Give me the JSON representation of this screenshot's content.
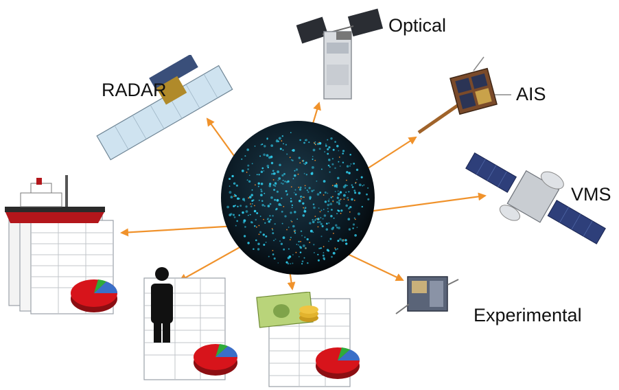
{
  "labels": {
    "optical": "Optical",
    "radar": "RADAR",
    "ais": "AIS",
    "vms": "VMS",
    "experimental": "Experimental"
  },
  "colors": {
    "arrow": "#f0922b",
    "globe_dark": "#0b1a24",
    "globe_dots": "#2fc9e8",
    "pie_red": "#d7141b",
    "pie_green": "#2eab3a",
    "pie_blue": "#3a6fc8",
    "sheet_border": "#9aa0a8"
  },
  "icons": {
    "center": "earth-globe-icon",
    "optical": "optical-satellite-icon",
    "radar": "radar-satellite-icon",
    "ais": "ais-satellite-icon",
    "vms": "vms-satellite-icon",
    "experimental": "experimental-satellite-icon",
    "vessel_reports": "vessel-report-icon",
    "person_reports": "person-report-icon",
    "money_reports": "money-report-icon"
  }
}
